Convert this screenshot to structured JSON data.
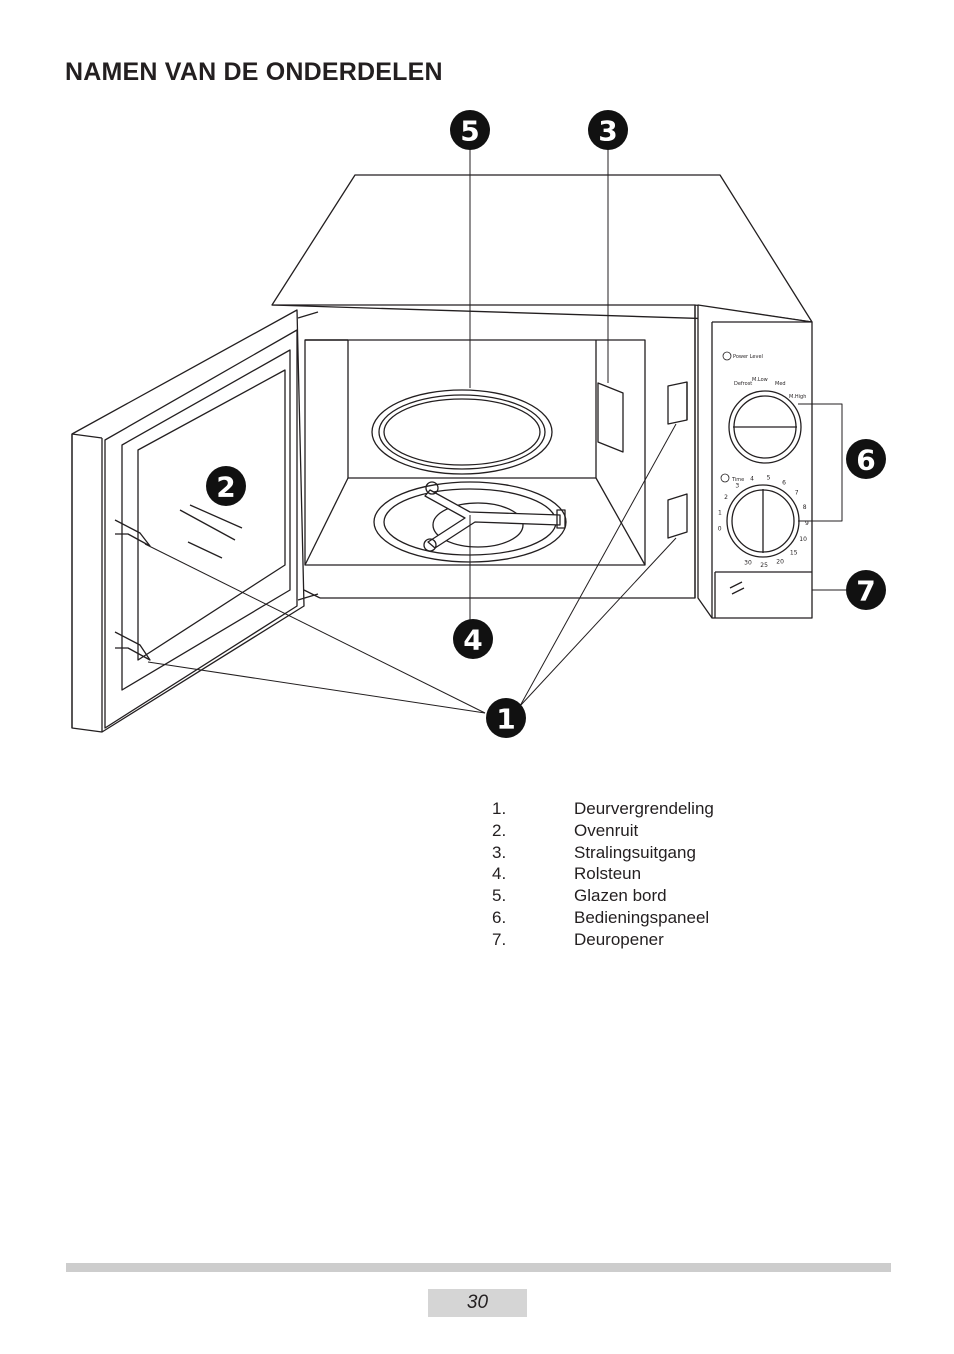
{
  "heading": "NAMEN VAN DE ONDERDELEN",
  "callouts": [
    "1",
    "2",
    "3",
    "4",
    "5",
    "6",
    "7"
  ],
  "panel_labels": {
    "power": "Power Level",
    "defrost": "Defrost",
    "m_low": "M.Low",
    "med": "Med",
    "m_high": "M.High",
    "time": "Time"
  },
  "timer_ticks": [
    "0",
    "1",
    "2",
    "3",
    "4",
    "5",
    "6",
    "7",
    "8",
    "9",
    "10",
    "15",
    "20",
    "25",
    "30"
  ],
  "legend": [
    {
      "num": "1.",
      "label": "Deurvergrendeling"
    },
    {
      "num": "2.",
      "label": "Ovenruit"
    },
    {
      "num": "3.",
      "label": "Stralingsuitgang"
    },
    {
      "num": "4.",
      "label": "Rolsteun"
    },
    {
      "num": "5.",
      "label": "Glazen bord"
    },
    {
      "num": "6.",
      "label": "Bedieningspaneel"
    },
    {
      "num": "7.",
      "label": "Deuropener"
    }
  ],
  "page_number": "30"
}
